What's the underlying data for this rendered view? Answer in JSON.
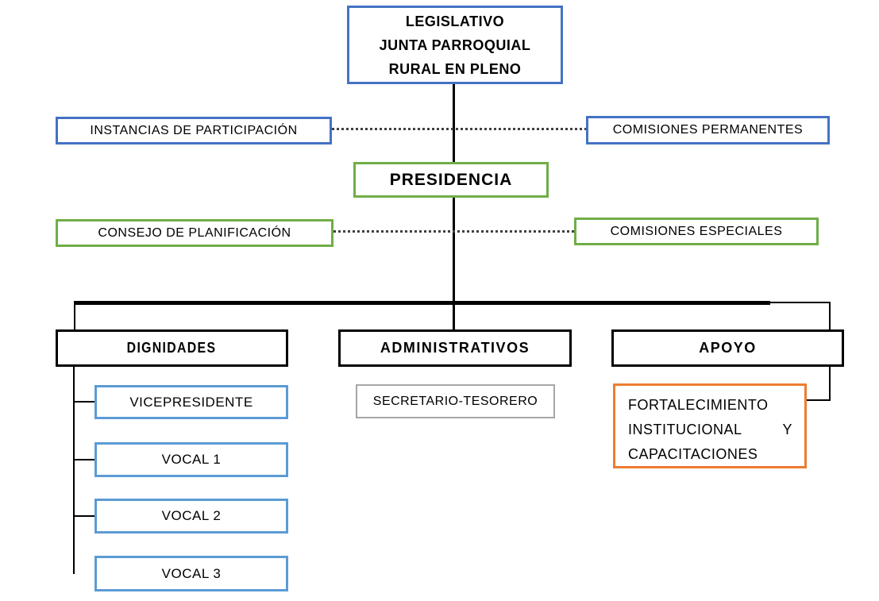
{
  "diagram": {
    "type": "organizational-chart",
    "background": "#ffffff",
    "colors": {
      "level1_border": "#4472C4",
      "level2_border": "#70AD47",
      "level3_border": "#000000",
      "sub_blue_border": "#5B9BD5",
      "sub_gray_border": "#A6A6A6",
      "sub_orange_border": "#ED7D31",
      "connector_solid": "#000000",
      "connector_dotted": "#404040",
      "text": "#000000"
    },
    "nodes": {
      "legislativo": {
        "label": "LEGISLATIVO\nJUNTA PARROQUIAL\nRURAL EN PLENO",
        "border_color": "#4472C4",
        "bold": true
      },
      "instancias": {
        "label": "INSTANCIAS DE PARTICIPACIÓN",
        "border_color": "#4472C4",
        "bold": false
      },
      "comisiones_permanentes": {
        "label": "COMISIONES PERMANENTES",
        "border_color": "#4472C4",
        "bold": false
      },
      "presidencia": {
        "label": "PRESIDENCIA",
        "border_color": "#70AD47",
        "bold": true
      },
      "consejo_planificacion": {
        "label": "CONSEJO DE PLANIFICACIÓN",
        "border_color": "#70AD47",
        "bold": false
      },
      "comisiones_especiales": {
        "label": "COMISIONES ESPECIALES",
        "border_color": "#70AD47",
        "bold": false
      },
      "dignidades": {
        "label": "DIGNIDADES",
        "border_color": "#000000",
        "bold": true
      },
      "administrativos": {
        "label": "ADMINISTRATIVOS",
        "border_color": "#000000",
        "bold": true
      },
      "apoyo": {
        "label": "APOYO",
        "border_color": "#000000",
        "bold": true
      },
      "vicepresidente": {
        "label": "VICEPRESIDENTE",
        "border_color": "#5B9BD5",
        "bold": false
      },
      "vocal1": {
        "label": "VOCAL 1",
        "border_color": "#5B9BD5",
        "bold": false
      },
      "vocal2": {
        "label": "VOCAL 2",
        "border_color": "#5B9BD5",
        "bold": false
      },
      "vocal3": {
        "label": "VOCAL 3",
        "border_color": "#5B9BD5",
        "bold": false
      },
      "secretario_tesorero": {
        "label": "SECRETARIO-TESORERO",
        "border_color": "#A6A6A6",
        "bold": false
      },
      "fortalecimiento": {
        "label": "FORTALECIMIENTO INSTITUCIONAL Y CAPACITACIONES",
        "border_color": "#ED7D31",
        "bold": false
      }
    },
    "edges": [
      {
        "from": "legislativo",
        "to": "presidencia",
        "style": "solid"
      },
      {
        "from": "instancias",
        "to": "comisiones_permanentes",
        "style": "dotted",
        "note": "crosses trunk between legislativo and presidencia"
      },
      {
        "from": "consejo_planificacion",
        "to": "comisiones_especiales",
        "style": "dotted",
        "note": "crosses trunk between presidencia and lower bar"
      },
      {
        "from": "presidencia",
        "to": "dignidades",
        "style": "solid"
      },
      {
        "from": "presidencia",
        "to": "administrativos",
        "style": "solid"
      },
      {
        "from": "presidencia",
        "to": "apoyo",
        "style": "solid"
      },
      {
        "from": "dignidades",
        "to": "vicepresidente",
        "style": "solid"
      },
      {
        "from": "dignidades",
        "to": "vocal1",
        "style": "solid"
      },
      {
        "from": "dignidades",
        "to": "vocal2",
        "style": "solid"
      },
      {
        "from": "dignidades",
        "to": "vocal3",
        "style": "solid"
      },
      {
        "from": "apoyo",
        "to": "fortalecimiento",
        "style": "solid"
      }
    ]
  }
}
